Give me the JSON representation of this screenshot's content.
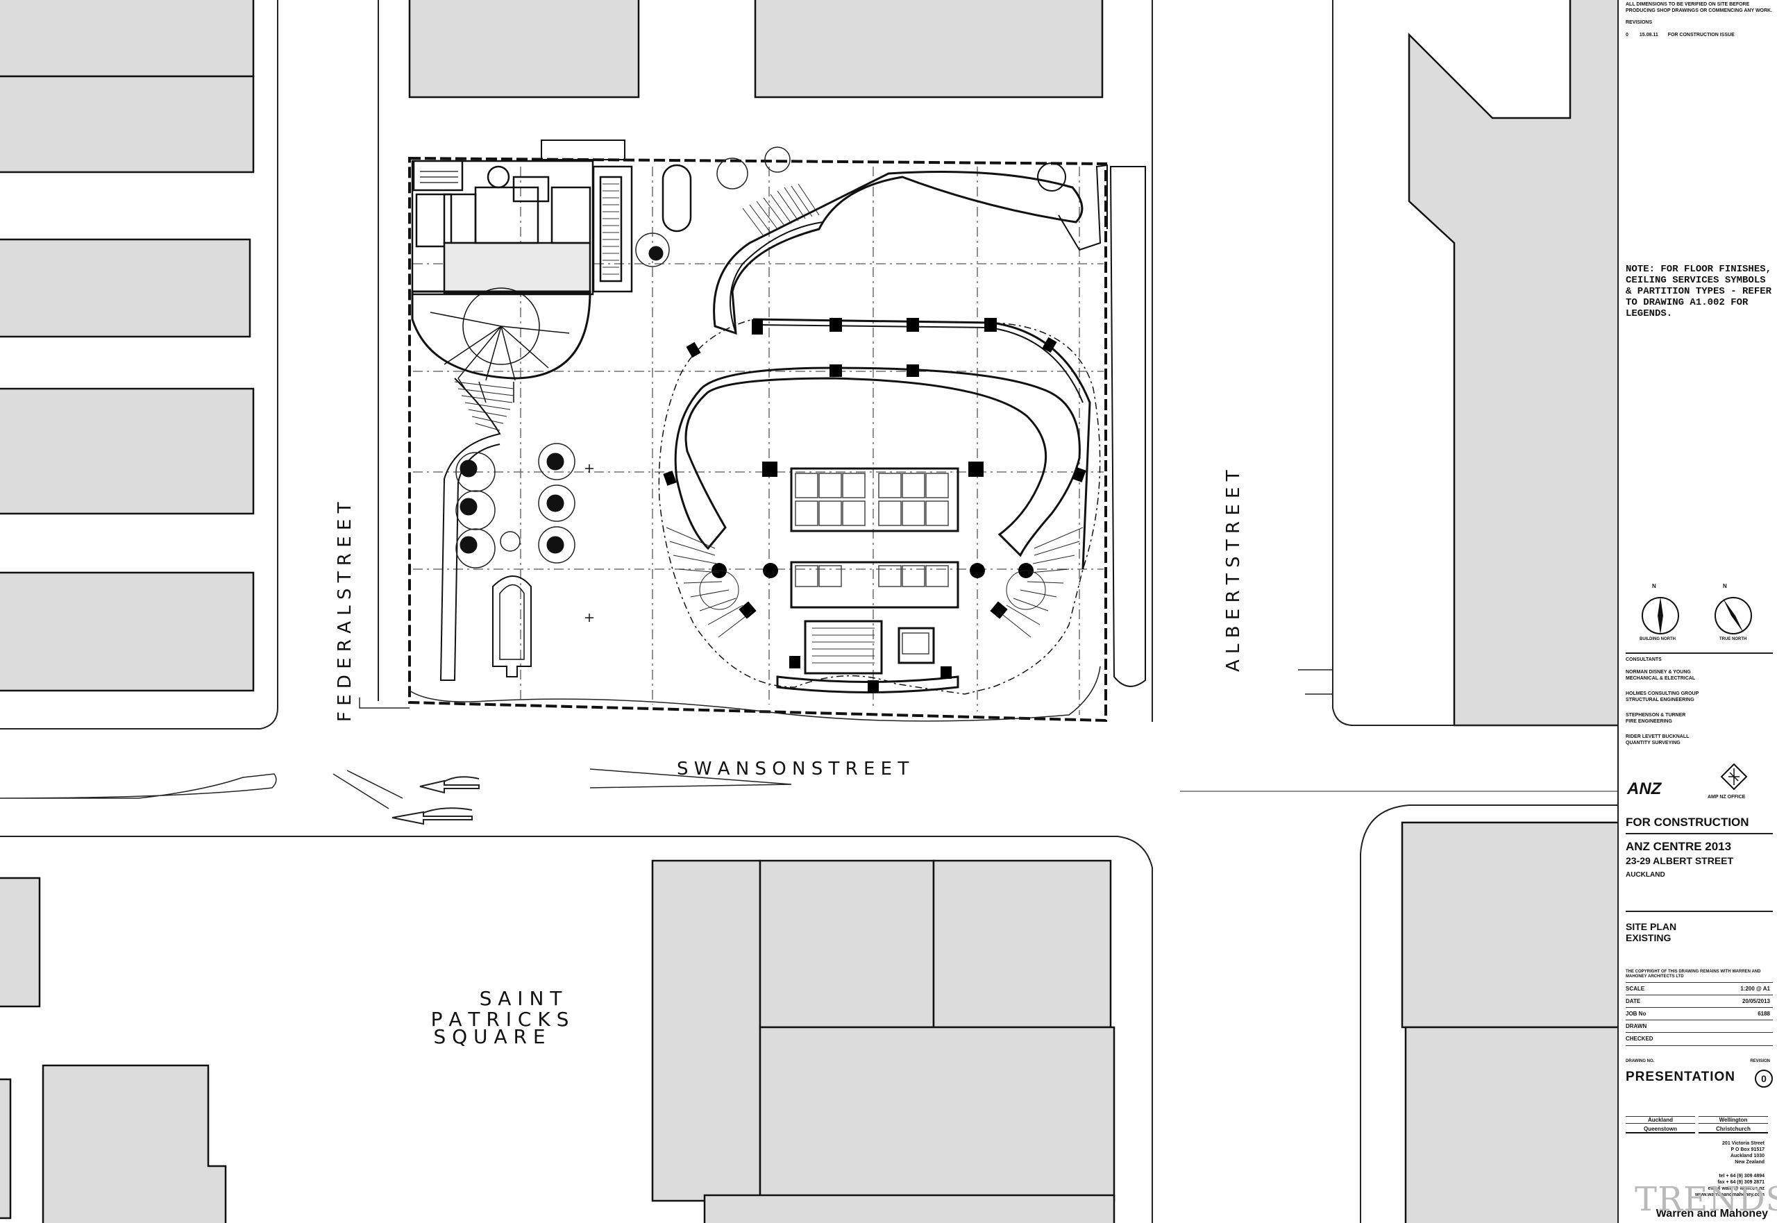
{
  "plan": {
    "streets": {
      "federal": "F E D E R A L   S T R E E T",
      "albert": "A L B E R T   S T R E E T",
      "swanson": "S W A N S O N   S T R E E T"
    },
    "square": {
      "line1": "S A I N T",
      "line2": "P A T R I C K S",
      "line3": "S Q U A R E"
    }
  },
  "title_block": {
    "disclaimer": "ALL DIMENSIONS TO BE VERIFIED ON SITE BEFORE PRODUCING SHOP DRAWINGS OR COMMENCING ANY WORK.",
    "revisions_label": "REVISIONS",
    "revision_entry": {
      "rev": "0",
      "date": "15.08.11",
      "desc": "FOR CONSTRUCTION ISSUE"
    },
    "note": "NOTE: FOR FLOOR FINISHES, CEILING SERVICES SYMBOLS & PARTITION TYPES - REFER TO DRAWING A1.002 FOR LEGENDS.",
    "north": {
      "building": "BUILDING NORTH",
      "true": "TRUE NORTH",
      "n": "N"
    },
    "consultants_label": "CONSULTANTS",
    "consultants": [
      {
        "name": "NORMAN DISNEY & YOUNG",
        "role": "MECHANICAL & ELECTRICAL"
      },
      {
        "name": "HOLMES CONSULTING GROUP",
        "role": "STRUCTURAL ENGINEERING"
      },
      {
        "name": "STEPHENSON & TURNER",
        "role": "FIRE ENGINEERING"
      },
      {
        "name": "RIDER LEVETT BUCKNALL",
        "role": "QUANTITY SURVEYING"
      }
    ],
    "logos": {
      "anz": "ANZ",
      "amp": "AMP NZ OFFICE"
    },
    "status": "FOR CONSTRUCTION",
    "project": {
      "name": "ANZ CENTRE 2013",
      "address": "23-29 ALBERT STREET",
      "city": "AUCKLAND"
    },
    "drawing_title": {
      "line1": "SITE PLAN",
      "line2": "EXISTING"
    },
    "copyright": "THE COPYRIGHT OF THIS DRAWING REMAINS WITH WARREN AND MAHONEY ARCHITECTS LTD",
    "fields": [
      {
        "label": "SCALE",
        "value": "1:200 @ A1"
      },
      {
        "label": "DATE",
        "value": "20/05/2013"
      },
      {
        "label": "JOB No",
        "value": "6188"
      },
      {
        "label": "DRAWN",
        "value": ""
      },
      {
        "label": "CHECKED",
        "value": ""
      }
    ],
    "drawing_no_label": "DRAWING NO.",
    "revision_label": "REVISION",
    "presentation": "PRESENTATION",
    "revision_no": "0",
    "offices": [
      [
        "Auckland",
        "Wellington"
      ],
      [
        "Queenstown",
        "Christchurch"
      ]
    ],
    "address_lines": [
      "201 Victoria Street",
      "P O Box 91517",
      "Auckland 1030",
      "New Zealand"
    ],
    "contact_lines": [
      "tel + 64 (9) 309 4894",
      "fax + 64 (9) 309 2871",
      "email wam @ wam.co.nz",
      "www.warrenandmahoney.com"
    ],
    "firm": "Warren and Mahoney",
    "watermark": "TRENDS"
  }
}
